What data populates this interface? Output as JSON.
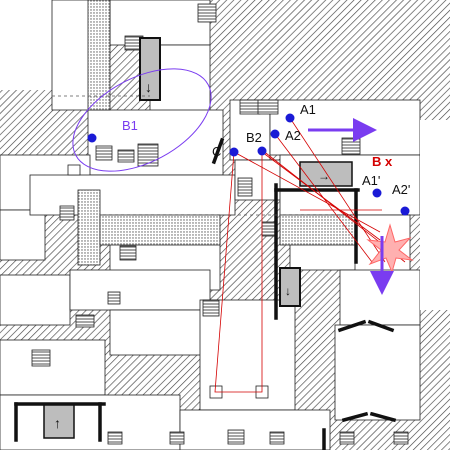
{
  "colors": {
    "background": "#ffffff",
    "hatch": "#444444",
    "wall": "#111111",
    "point": "#1a1ad6",
    "arrow": "#7a3cf0",
    "trajectory": "#d40000",
    "zone_outline": "#7a3cf0",
    "corridor_dots": "#555555",
    "explosion": "#ff6666"
  },
  "labels": {
    "a1": "A1",
    "a2": "A2",
    "a1p": "A1'",
    "a2p": "A2'",
    "b1": "B1",
    "b2": "B2",
    "c": "C",
    "bx": "B x"
  },
  "icons": {
    "arrow_up": "↑",
    "arrow_down": "↓",
    "arrow_right": "→"
  }
}
